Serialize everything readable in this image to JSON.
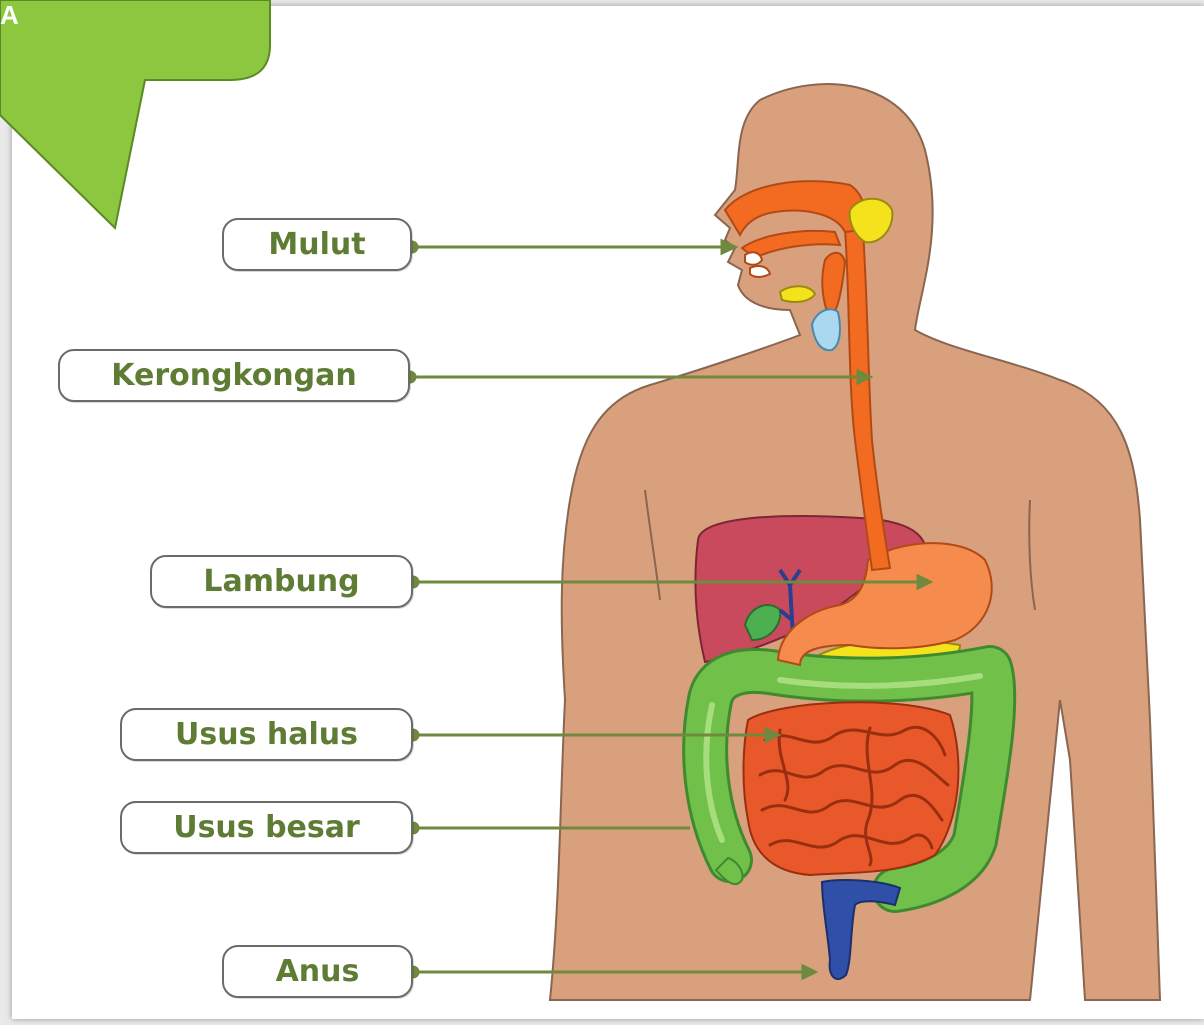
{
  "badge": {
    "text": "A",
    "color": "#8dc63f"
  },
  "labels": {
    "mulut": "Mulut",
    "kerongkongan": "Kerongkongan",
    "lambung": "Lambung",
    "usus_halus": "Usus halus",
    "usus_besar": "Usus besar",
    "anus": "Anus"
  },
  "colors": {
    "skin": "#d9a07e",
    "esophagus": "#f26b21",
    "stomach": "#f58c4d",
    "liver": "#c94a5c",
    "small_intestine": "#e8582a",
    "large_intestine": "#71c04a",
    "rectum": "#2f4fa8",
    "label_text": "#5e7c33",
    "pointer_line": "#6f8a3e"
  }
}
